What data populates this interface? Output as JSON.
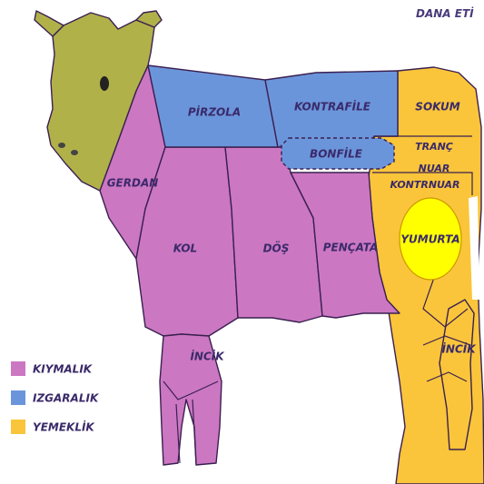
{
  "title": "DANA ETİ",
  "colors": {
    "head": "#b1b14a",
    "kiymalik": "#cc77c2",
    "izgaralik": "#6b95db",
    "yemeklik": "#fac53a",
    "yumurta": "#ffff00"
  },
  "cuts": {
    "pirzola": "PİRZOLA",
    "kontrafile": "KONTRAFİLE",
    "bonfile": "BONFİLE",
    "sokum": "SOKUM",
    "trancnuar_line1": "TRANÇ",
    "trancnuar_line2": "NUAR",
    "kontrnuar": "KONTRNUAR",
    "gerdan": "GERDAN",
    "kol": "KOL",
    "dos": "DÖŞ",
    "pencata": "PENÇATA",
    "yumurta": "YUMURTA",
    "incik_front": "İNCİK",
    "incik_rear": "İNCİK"
  },
  "legend": [
    {
      "label": "KIYMALIK",
      "color": "#cc77c2"
    },
    {
      "label": "IZGARALIK",
      "color": "#6b95db"
    },
    {
      "label": "YEMEKLİK",
      "color": "#fac53a"
    }
  ]
}
